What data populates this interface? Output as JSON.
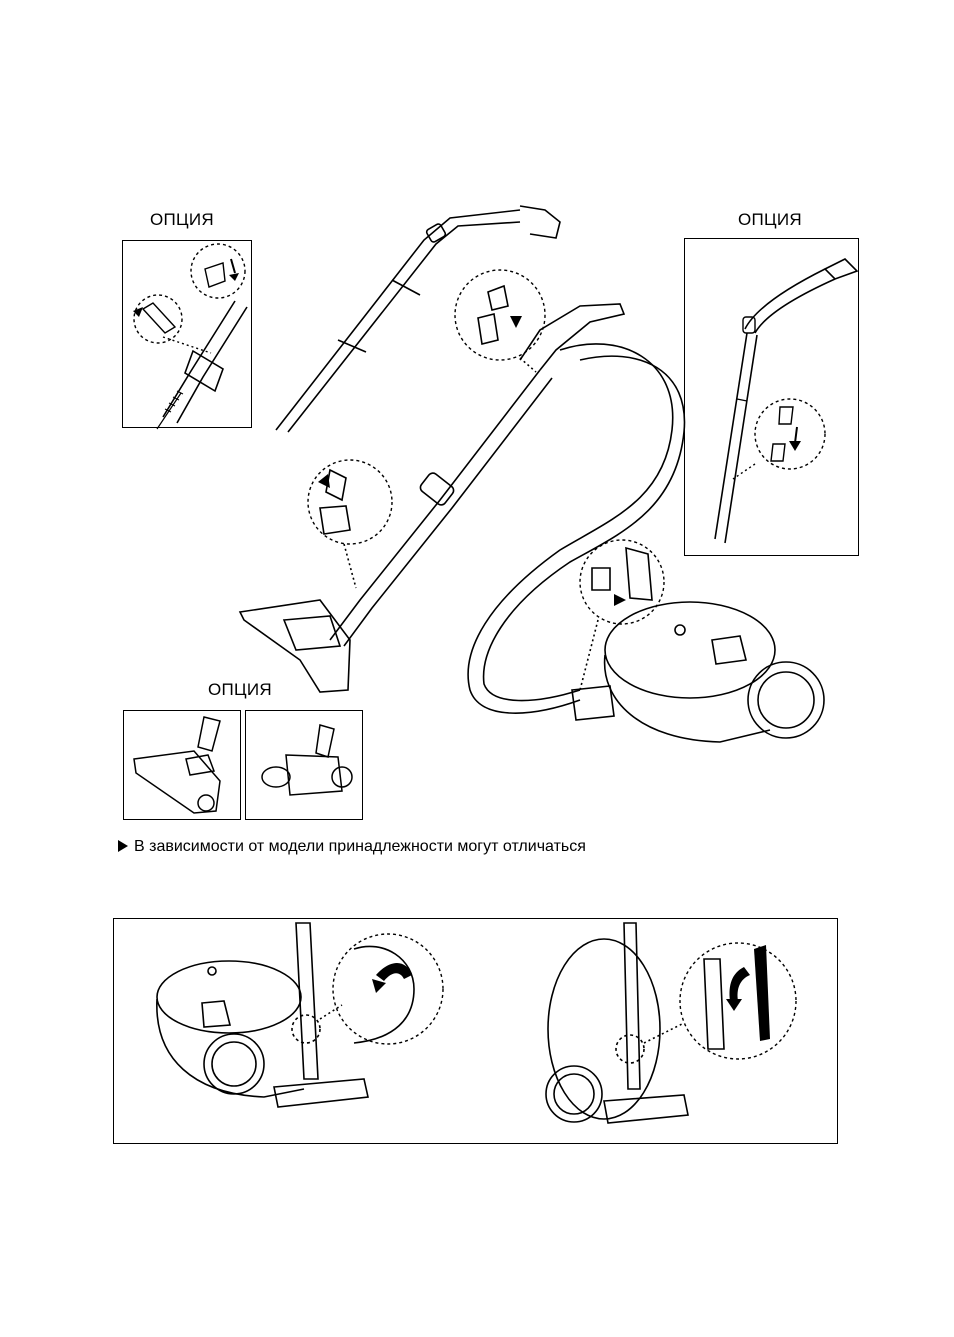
{
  "labels": {
    "option_top_left": "ОПЦИЯ",
    "option_top_right": "ОПЦИЯ",
    "option_bottom_left": "ОПЦИЯ"
  },
  "note": {
    "bullet_icon": "triangle-right-icon",
    "text": "В зависимости от модели принадлежности могут отличаться"
  }
}
